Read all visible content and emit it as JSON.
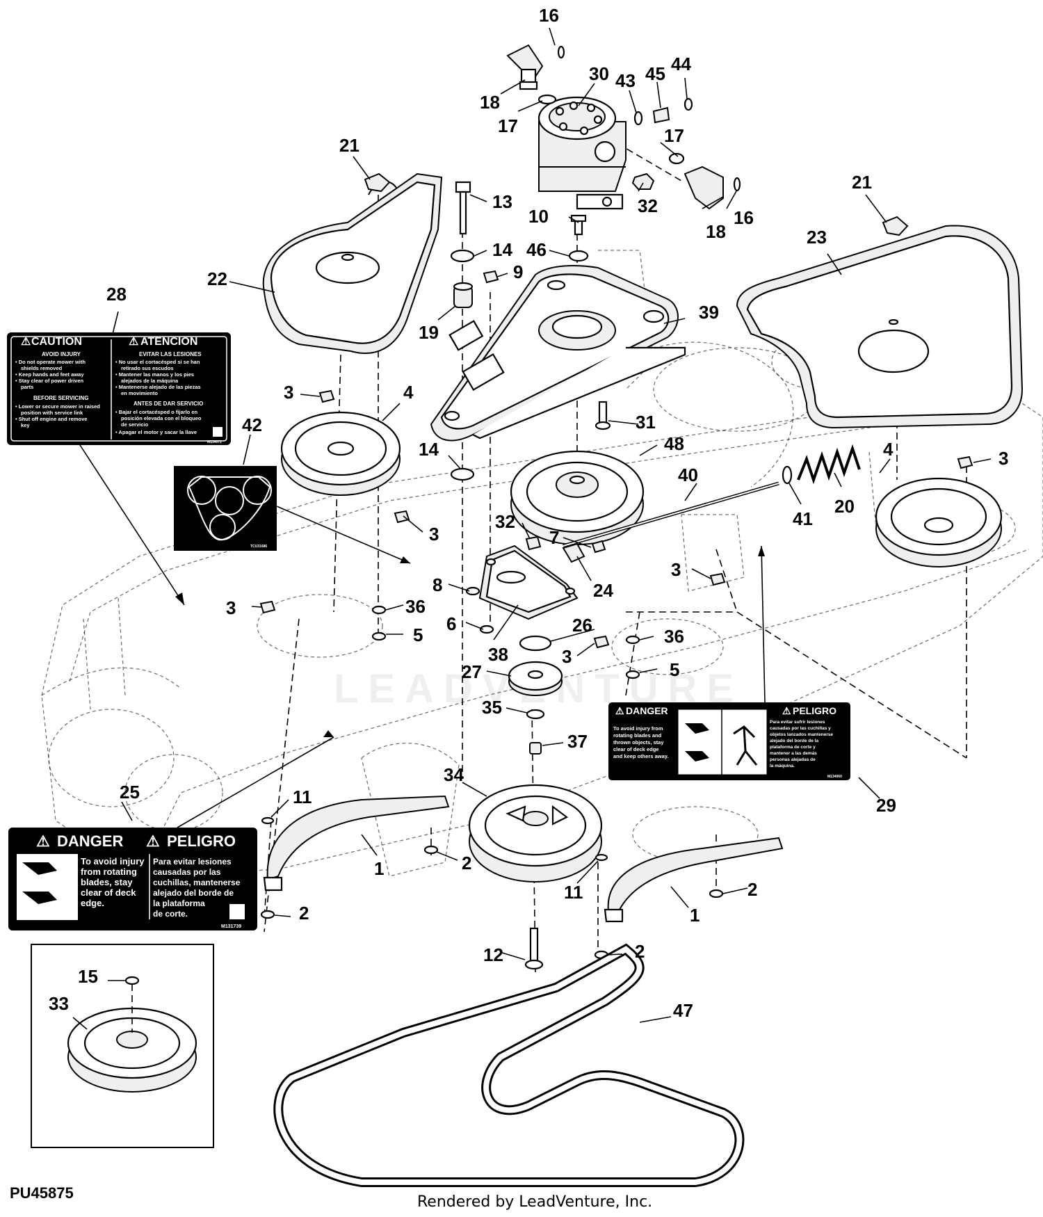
{
  "diagram": {
    "id": "PU45875",
    "credit": "Rendered by LeadVenture, Inc.",
    "watermark": "LEADVENTURE"
  },
  "callouts": [
    {
      "n": "16"
    },
    {
      "n": "30"
    },
    {
      "n": "43"
    },
    {
      "n": "45"
    },
    {
      "n": "44"
    },
    {
      "n": "18"
    },
    {
      "n": "17"
    },
    {
      "n": "17"
    },
    {
      "n": "21"
    },
    {
      "n": "32"
    },
    {
      "n": "13"
    },
    {
      "n": "10"
    },
    {
      "n": "16"
    },
    {
      "n": "18"
    },
    {
      "n": "21"
    },
    {
      "n": "14"
    },
    {
      "n": "46"
    },
    {
      "n": "23"
    },
    {
      "n": "22"
    },
    {
      "n": "9"
    },
    {
      "n": "28"
    },
    {
      "n": "39"
    },
    {
      "n": "19"
    },
    {
      "n": "3"
    },
    {
      "n": "4"
    },
    {
      "n": "31"
    },
    {
      "n": "42"
    },
    {
      "n": "48"
    },
    {
      "n": "14"
    },
    {
      "n": "40"
    },
    {
      "n": "4"
    },
    {
      "n": "3"
    },
    {
      "n": "20"
    },
    {
      "n": "41"
    },
    {
      "n": "3"
    },
    {
      "n": "32"
    },
    {
      "n": "7"
    },
    {
      "n": "3"
    },
    {
      "n": "8"
    },
    {
      "n": "24"
    },
    {
      "n": "3"
    },
    {
      "n": "36"
    },
    {
      "n": "6"
    },
    {
      "n": "26"
    },
    {
      "n": "5"
    },
    {
      "n": "36"
    },
    {
      "n": "38"
    },
    {
      "n": "3"
    },
    {
      "n": "27"
    },
    {
      "n": "5"
    },
    {
      "n": "35"
    },
    {
      "n": "37"
    },
    {
      "n": "34"
    },
    {
      "n": "29"
    },
    {
      "n": "11"
    },
    {
      "n": "25"
    },
    {
      "n": "1"
    },
    {
      "n": "2"
    },
    {
      "n": "11"
    },
    {
      "n": "2"
    },
    {
      "n": "1"
    },
    {
      "n": "2"
    },
    {
      "n": "12"
    },
    {
      "n": "2"
    },
    {
      "n": "15"
    },
    {
      "n": "47"
    },
    {
      "n": "33"
    }
  ],
  "labels": {
    "caution": {
      "head_en": "CAUTION",
      "head_es": "ATENCION",
      "en_sub1": "AVOID INJURY",
      "en_lines1": [
        "• Do not operate mower with",
        "shields removed",
        "• Keep hands and feet away",
        "• Stay clear of power driven",
        "parts"
      ],
      "en_sub2": "BEFORE SERVICING",
      "en_lines2": [
        "• Lower or secure mower in raised",
        "position with service link",
        "• Shut off engine and remove",
        "key"
      ],
      "es_sub1": "EVITAR LAS LESIONES",
      "es_lines1": [
        "• No usar el cortacésped si se han",
        "retirado sus escudos",
        "• Mantener las manos y los pies",
        "alejados de la máquina",
        "• Mantenerse alejado de las piezas",
        "en movimiento"
      ],
      "es_sub2": "ANTES DE DAR SERVICIO",
      "es_lines2": [
        "• Bajar el cortacésped o fijarlo en",
        "posición elevada con el bloqueo",
        "de servicio",
        "• Apagar el motor y sacar la llave"
      ],
      "code": "M134072"
    },
    "belt_routing": {
      "code": "TCU31686"
    },
    "danger_large": {
      "head_en": "DANGER",
      "head_es": "PELIGRO",
      "en_lines": [
        "To avoid injury",
        "from rotating",
        "blades, stay",
        "clear of deck",
        "edge."
      ],
      "es_lines": [
        "Para evitar lesiones",
        "causadas por las",
        "cuchillas, mantenerse",
        "alejado del borde de",
        "la plataforma",
        "de corte."
      ],
      "code": "M131739"
    },
    "danger_small": {
      "head_en": "DANGER",
      "head_es": "PELIGRO",
      "en_lines": [
        "To avoid injury from",
        "rotating blades and",
        "thrown objects, stay",
        "clear of deck edge",
        "and keep others away."
      ],
      "es_lines": [
        "Para evitar sufrir lesiones",
        "causadas por las cuchillas y",
        "objetos lanzados mantenerse",
        "alejado del borde de la",
        "plataforma de corte y",
        "mantener a las demás",
        "personas alejadas de",
        "la máquina."
      ],
      "code": "M134060"
    }
  }
}
